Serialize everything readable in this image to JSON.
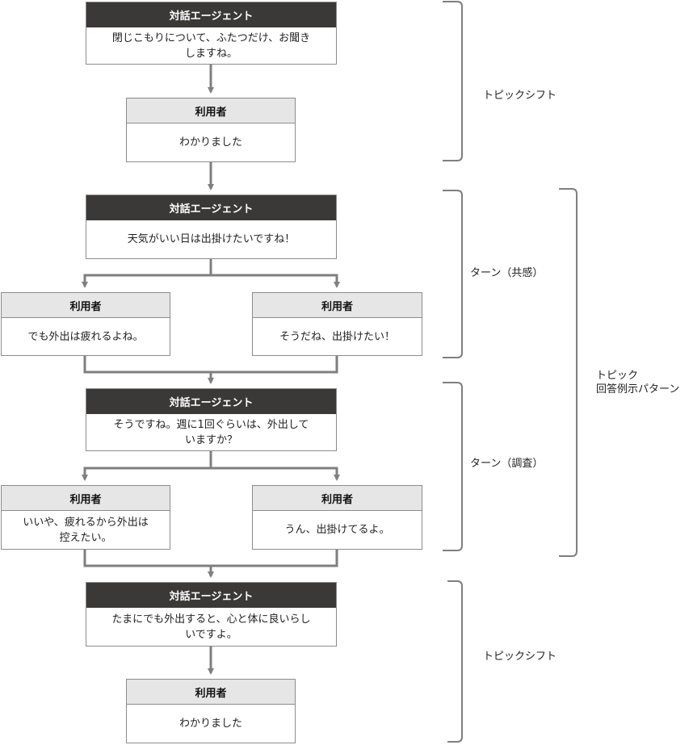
{
  "nodes": {
    "a1": {
      "header": "対話エージェント",
      "text": "閉じこもりについて、ふたつだけ、お聞き\nしますね。"
    },
    "u1": {
      "header": "利用者",
      "text": "わかりました"
    },
    "a2": {
      "header": "対話エージェント",
      "text": "天気がいい日は出掛けたいですね！"
    },
    "u2l": {
      "header": "利用者",
      "text": "でも外出は疲れるよね。"
    },
    "u2r": {
      "header": "利用者",
      "text": "そうだね、出掛けたい！"
    },
    "a3": {
      "header": "対話エージェント",
      "text": "そうですね。週に1回ぐらいは、外出して\nいますか？"
    },
    "u3l": {
      "header": "利用者",
      "text": "いいや、疲れるから外出は\n控えたい。"
    },
    "u3r": {
      "header": "利用者",
      "text": "うん、出掛けてるよ。"
    },
    "a4": {
      "header": "対話エージェント",
      "text": "たまにでも外出すると、心と体に良いらし\nいですよ。"
    },
    "u4": {
      "header": "利用者",
      "text": "わかりました"
    }
  },
  "braces": {
    "topic_shift_1": "トピックシフト",
    "turn_empathy": "ターン（共感）",
    "turn_survey": "ターン（調査）",
    "topic_shift_2": "トピックシフト",
    "topic_pattern": "トピック\n回答例示パターン"
  },
  "colors": {
    "agent_header": "#3b3838",
    "user_header": "#e6e6e6",
    "line": "#7f7f7f"
  }
}
